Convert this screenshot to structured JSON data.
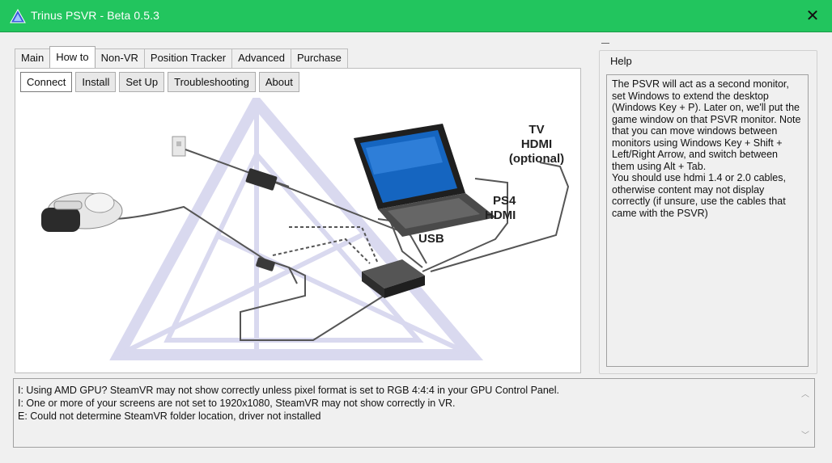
{
  "window": {
    "title": "Trinus PSVR - Beta 0.5.3",
    "close_glyph": "✕",
    "accent_color": "#22c55e"
  },
  "tabs": [
    {
      "label": "Main",
      "active": false
    },
    {
      "label": "How to",
      "active": true
    },
    {
      "label": "Non-VR",
      "active": false
    },
    {
      "label": "Position Tracker",
      "active": false
    },
    {
      "label": "Advanced",
      "active": false
    },
    {
      "label": "Purchase",
      "active": false
    }
  ],
  "subtabs": [
    {
      "label": "Connect",
      "active": true
    },
    {
      "label": "Install",
      "active": false
    },
    {
      "label": "Set Up",
      "active": false
    },
    {
      "label": "Troubleshooting",
      "active": false
    },
    {
      "label": "About",
      "active": false
    }
  ],
  "illustration": {
    "tv_hdmi": [
      "TV",
      "HDMI",
      "(optional)"
    ],
    "ps4_hdmi": [
      "PS4",
      "HDMI"
    ],
    "usb": "USB",
    "watermark_color": "#7b78c9"
  },
  "help": {
    "legend": "Help",
    "text": "The PSVR will act as a second monitor, set Windows to extend the desktop (Windows Key + P). Later on, we'll put the game window on that PSVR monitor. Note that you can move windows between monitors using Windows Key + Shift + Left/Right Arrow, and switch between them using Alt + Tab.\nYou should use hdmi 1.4 or 2.0 cables, otherwise content may not display correctly (if unsure, use the cables that came with the PSVR)"
  },
  "log": {
    "lines": [
      "I: Using AMD GPU? SteamVR may not show correctly unless pixel format is set to RGB 4:4:4 in your GPU Control Panel.",
      "I: One or more of your screens are not set to 1920x1080, SteamVR may not show correctly in VR.",
      "E: Could not determine SteamVR folder location, driver not installed"
    ],
    "scroll_up_glyph": "︿",
    "scroll_down_glyph": "﹀"
  }
}
